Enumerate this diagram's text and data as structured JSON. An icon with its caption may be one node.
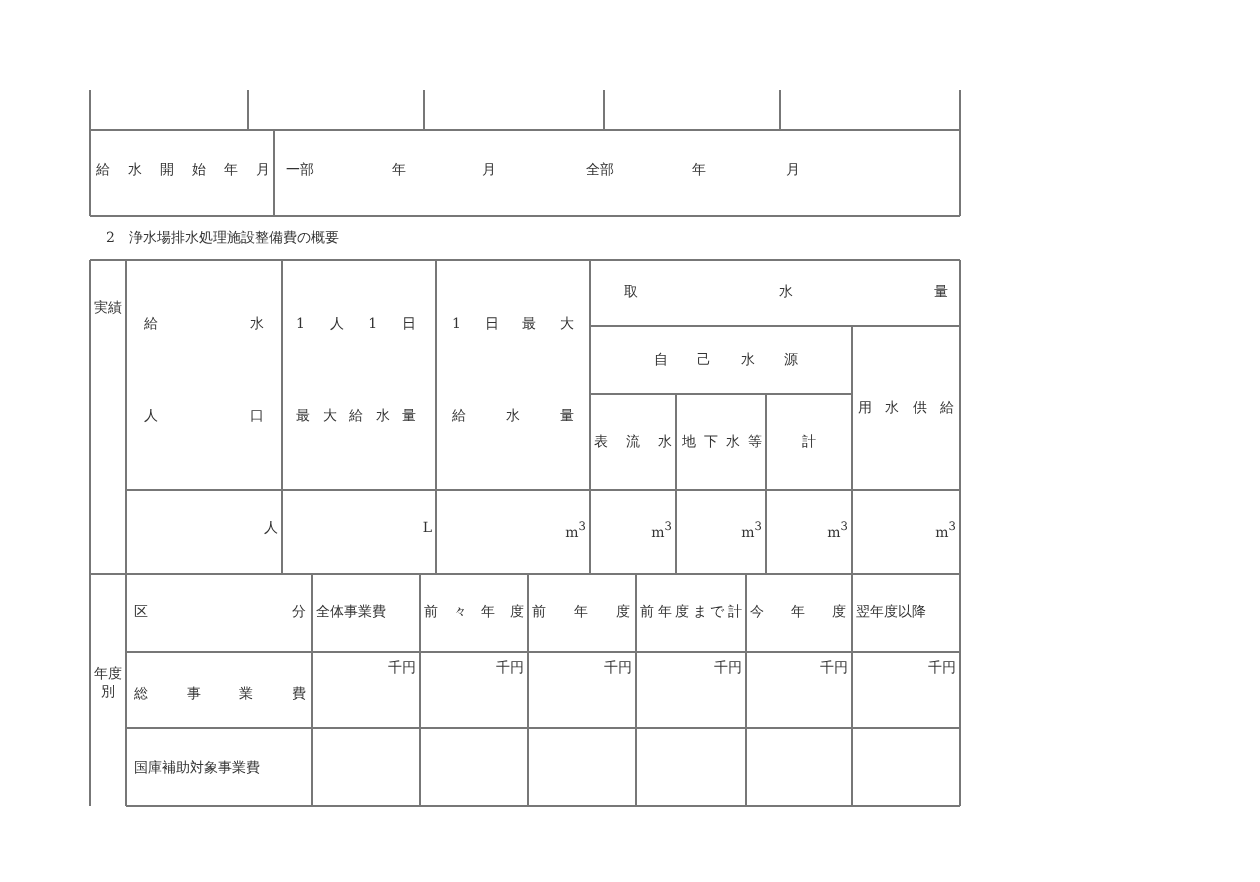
{
  "diagram": {
    "labels": [
      "給水開始年月",
      "一部",
      "年",
      "月",
      "全部",
      "年",
      "月",
      "2　浄水場排水処理施設整備費の概要",
      "実績",
      "給水",
      "1人1日",
      "1日最大",
      "取水量",
      "自己水源",
      "人口",
      "最大給水量",
      "給水量",
      "用水供給",
      "表流水",
      "地下水等",
      "計",
      "人",
      "L",
      "m$^{3}$",
      "m$^{3}$",
      "m$^{3}$",
      "m$^{3}$",
      "m$^{3}$",
      "年度別",
      "区分",
      "全体事業費",
      "前々年度",
      "前年度",
      "前年度まで計",
      "今年度",
      "翌年度以降",
      "総事業費",
      "千円",
      "千円",
      "千円",
      "千円",
      "千円",
      "千円",
      "国庫補助対象事業費"
    ]
  }
}
